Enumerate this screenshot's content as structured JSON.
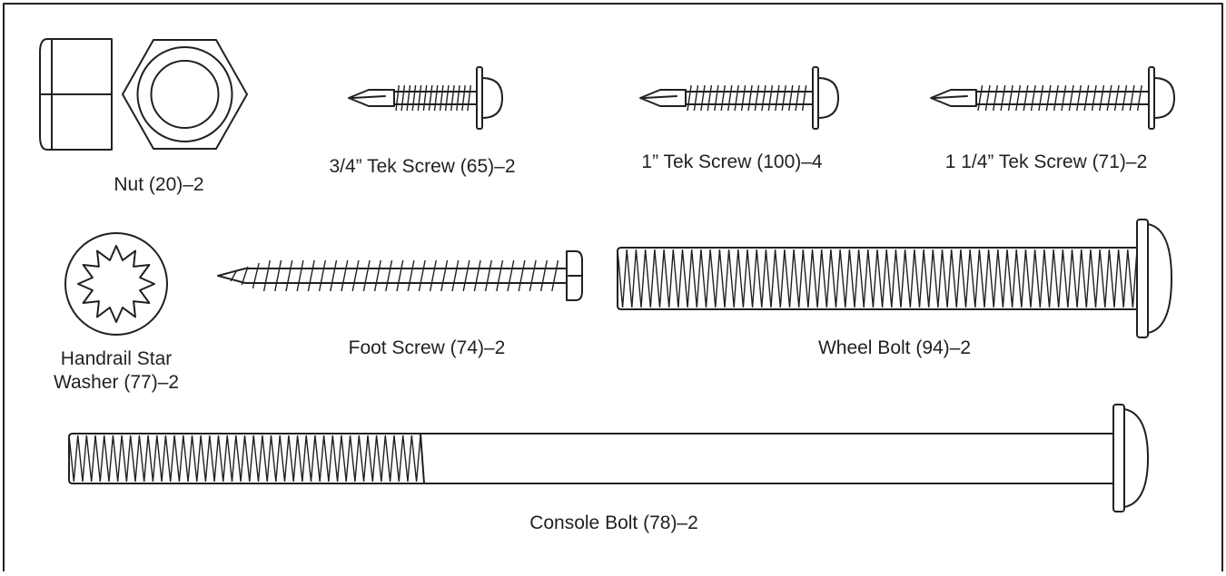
{
  "labels": {
    "nut": "Nut (20)–2",
    "tek_3_4": "3/4” Tek Screw (65)–2",
    "tek_1": "1” Tek Screw (100)–4",
    "tek_1_1_4": "1 1/4” Tek Screw (71)–2",
    "washer_line1": "Handrail Star",
    "washer_line2": "Washer (77)–2",
    "foot_screw": "Foot Screw (74)–2",
    "wheel_bolt": "Wheel Bolt (94)–2",
    "console_bolt": "Console Bolt (78)–2"
  },
  "colors": {
    "ink": "#231f20",
    "background": "#ffffff"
  },
  "icons": [
    "hex-nut-icon",
    "tek-screw-icon",
    "star-washer-icon",
    "foot-screw-icon",
    "bolt-icon"
  ]
}
